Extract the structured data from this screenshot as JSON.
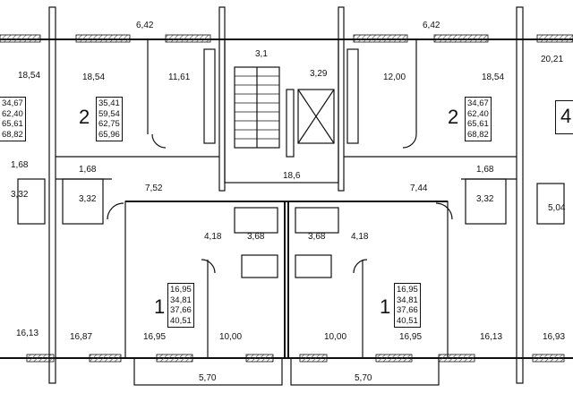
{
  "areas": {
    "top_left": "6,42",
    "top_right": "6,42",
    "left_room_far": "18,54",
    "left_room": "18,54",
    "left_kitchen": "11,61",
    "stair_top": "3,1",
    "lift_hall": "3,29",
    "right_kitchen": "12,00",
    "right_room": "18,54",
    "far_right_room": "20,21",
    "far_left_bath": "1,68",
    "left_bath": "1,68",
    "right_bath": "1,68",
    "far_left_wc": "3,32",
    "left_wc": "3,32",
    "right_wc": "3,32",
    "left_hall": "7,52",
    "corridor": "18,6",
    "right_hall": "7,44",
    "far_right_small": "5,04",
    "left_hall_b": "4,18",
    "left_bath_b": "3,68",
    "right_bath_b": "3,68",
    "right_hall_b": "4,18",
    "bottom_far_left": "16,13",
    "bottom_left_room": "16,87",
    "bottom_left1_room": "16,95",
    "bottom_left1_kitchen": "10,00",
    "bottom_right1_kitchen": "10,00",
    "bottom_right1_room": "16,95",
    "bottom_right_room": "16,13",
    "bottom_far_right": "16,93",
    "balcony_left": "5,70",
    "balcony_right": "5,70"
  },
  "apartments": {
    "left_2": {
      "rooms": "2",
      "values": [
        "35,41",
        "59,54",
        "62,75",
        "65,96"
      ]
    },
    "right_2": {
      "rooms": "2",
      "values": [
        "34,67",
        "62,40",
        "65,61",
        "68,82"
      ]
    },
    "far_left": {
      "values": [
        "34,67",
        "62,40",
        "65,61",
        "68,82"
      ]
    },
    "far_right": {
      "rooms": "4"
    },
    "left_1": {
      "rooms": "1",
      "values": [
        "16,95",
        "34,81",
        "37,66",
        "40,51"
      ]
    },
    "right_1": {
      "rooms": "1",
      "values": [
        "16,95",
        "34,81",
        "37,66",
        "40,51"
      ]
    }
  },
  "colors": {
    "line": "#111111",
    "hatch": "#444444"
  }
}
